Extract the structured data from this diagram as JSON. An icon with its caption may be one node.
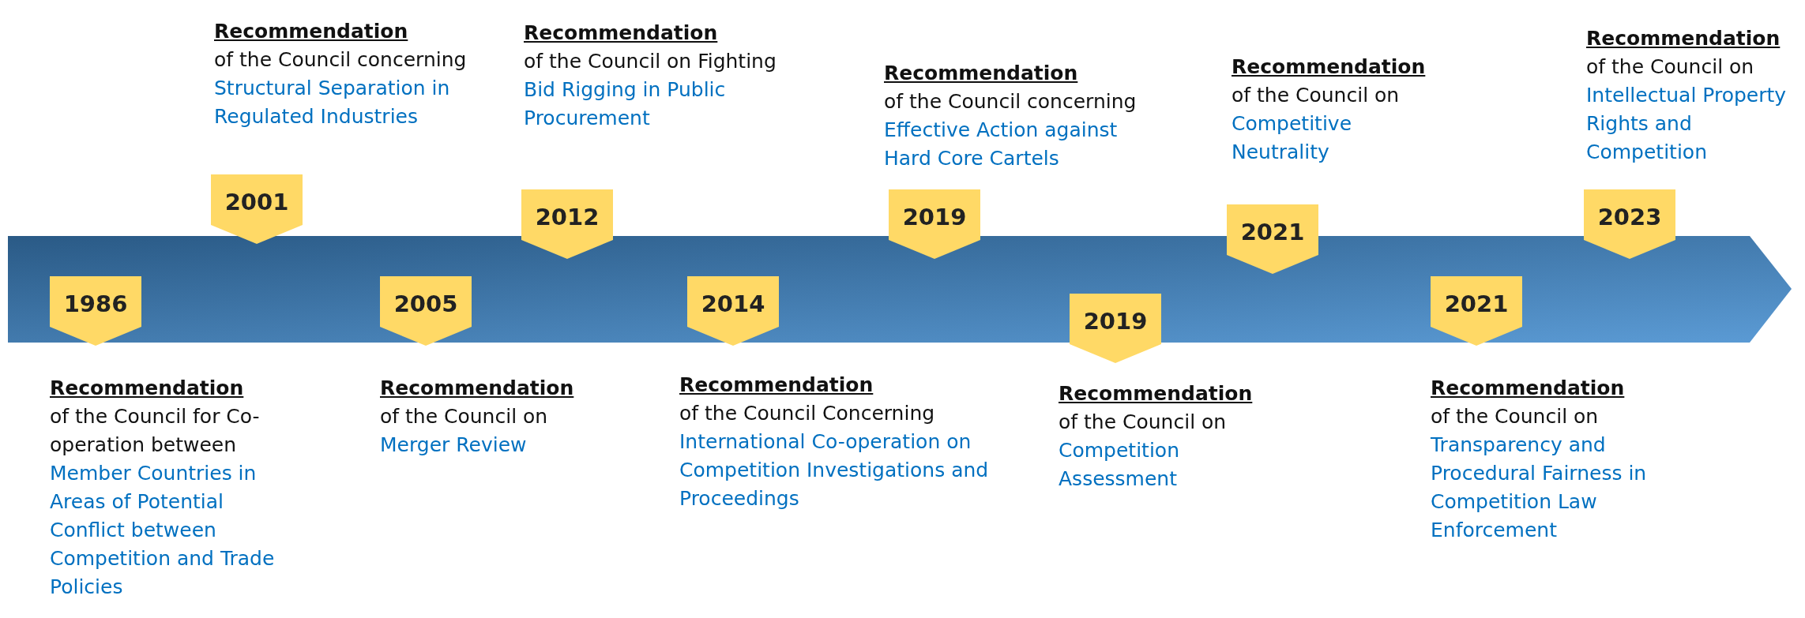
{
  "diagram": {
    "nodes": [
      {
        "text": [
          "1986"
        ],
        "beside": [
          "Recommendation",
          "of the Council for Co-operation between",
          "Member Countries in Areas of Potential Conflict between Competition and Trade Policies"
        ]
      },
      {
        "text": [
          "2001"
        ],
        "beside": [
          "Recommendation",
          "of the Council concerning",
          "Structural Separation in Regulated Industries"
        ]
      },
      {
        "text": [
          "2005"
        ],
        "beside": [
          "Recommendation",
          "of the Council on",
          "Merger Review"
        ]
      },
      {
        "text": [
          "2012"
        ],
        "beside": [
          "Recommendation",
          "of the Council on Fighting",
          "Bid Rigging in Public Procurement"
        ]
      },
      {
        "text": [
          "2014"
        ],
        "beside": [
          "Recommendation",
          "of the Council Concerning",
          "International Co-operation on Competition Investigations and Proceedings"
        ]
      },
      {
        "text": [
          "2019"
        ],
        "beside": [
          "Recommendation",
          "of the Council concerning",
          "Effective Action against Hard Core Cartels"
        ]
      },
      {
        "text": [
          "2019"
        ],
        "beside": [
          "Recommendation",
          "of the Council on",
          "Competition Assessment"
        ]
      },
      {
        "text": [
          "2021"
        ],
        "beside": [
          "Recommendation",
          "of the Council on",
          "Competitive Neutrality"
        ]
      },
      {
        "text": [
          "2021"
        ],
        "beside": [
          "Recommendation",
          "of the Council on",
          "Transparency and Procedural Fairness in Competition Law Enforcement"
        ]
      },
      {
        "text": [
          "2023"
        ],
        "beside": [
          "Recommendation",
          "of the Council on",
          "Intellectual Property Rights and Competition"
        ]
      }
    ]
  }
}
